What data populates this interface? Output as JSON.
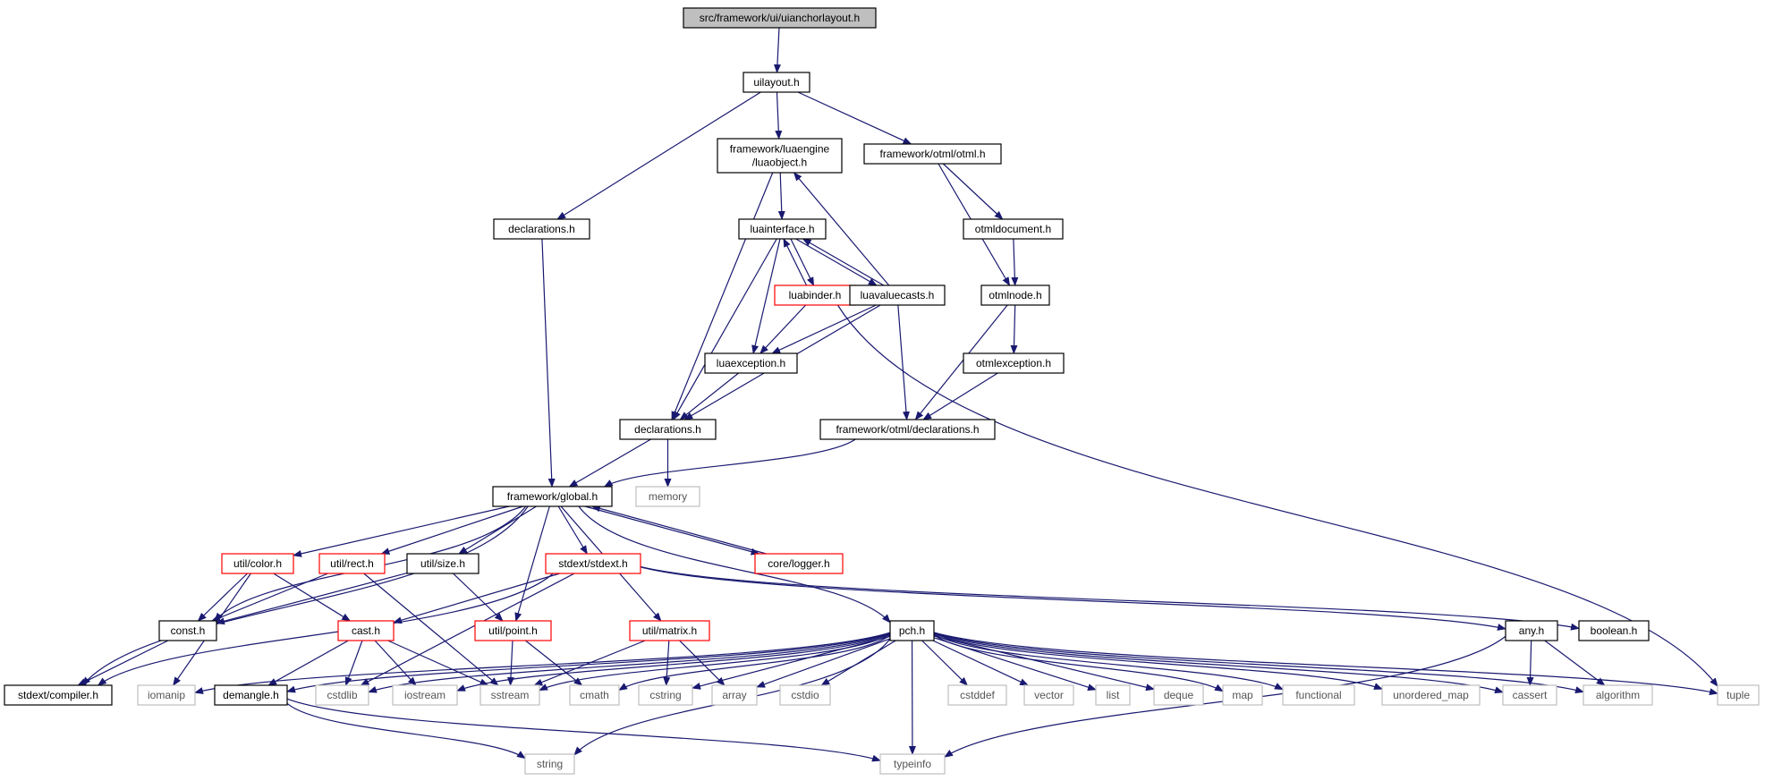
{
  "graph": {
    "colors": {
      "edge": "#191970",
      "root_fill": "#bfbfbf",
      "root_border": "#000000",
      "node_border": "#000000",
      "truncated_border": "#ff0000",
      "external_border": "#bfbfbf",
      "external_text": "#555555",
      "text": "#000000"
    },
    "nodes": [
      {
        "id": "root",
        "label": "src/framework/ui/uianchorlayout.h",
        "kind": "root"
      },
      {
        "id": "uilayout",
        "label": "uilayout.h",
        "kind": "normal"
      },
      {
        "id": "luaobject",
        "label": "framework/luaengine\n/luaobject.h",
        "kind": "normal"
      },
      {
        "id": "otml",
        "label": "framework/otml/otml.h",
        "kind": "normal"
      },
      {
        "id": "decl_ui",
        "label": "declarations.h",
        "kind": "normal"
      },
      {
        "id": "luainterface",
        "label": "luainterface.h",
        "kind": "normal"
      },
      {
        "id": "otmldocument",
        "label": "otmldocument.h",
        "kind": "normal"
      },
      {
        "id": "luabinder",
        "label": "luabinder.h",
        "kind": "truncated"
      },
      {
        "id": "luavaluecasts",
        "label": "luavaluecasts.h",
        "kind": "normal"
      },
      {
        "id": "otmlnode",
        "label": "otmlnode.h",
        "kind": "normal"
      },
      {
        "id": "luaexception",
        "label": "luaexception.h",
        "kind": "normal"
      },
      {
        "id": "otmlexception",
        "label": "otmlexception.h",
        "kind": "normal"
      },
      {
        "id": "decl_lua",
        "label": "declarations.h",
        "kind": "normal"
      },
      {
        "id": "otml_decl",
        "label": "framework/otml/declarations.h",
        "kind": "normal"
      },
      {
        "id": "global",
        "label": "framework/global.h",
        "kind": "normal"
      },
      {
        "id": "memory",
        "label": "memory",
        "kind": "external"
      },
      {
        "id": "color",
        "label": "util/color.h",
        "kind": "truncated"
      },
      {
        "id": "rect",
        "label": "util/rect.h",
        "kind": "truncated"
      },
      {
        "id": "size",
        "label": "util/size.h",
        "kind": "normal"
      },
      {
        "id": "stdext",
        "label": "stdext/stdext.h",
        "kind": "truncated"
      },
      {
        "id": "logger",
        "label": "core/logger.h",
        "kind": "truncated"
      },
      {
        "id": "const",
        "label": "const.h",
        "kind": "normal"
      },
      {
        "id": "cast",
        "label": "cast.h",
        "kind": "truncated"
      },
      {
        "id": "point",
        "label": "util/point.h",
        "kind": "truncated"
      },
      {
        "id": "matrix",
        "label": "util/matrix.h",
        "kind": "truncated"
      },
      {
        "id": "pch",
        "label": "pch.h",
        "kind": "normal"
      },
      {
        "id": "any",
        "label": "any.h",
        "kind": "normal"
      },
      {
        "id": "boolean",
        "label": "boolean.h",
        "kind": "normal"
      },
      {
        "id": "compiler",
        "label": "stdext/compiler.h",
        "kind": "normal"
      },
      {
        "id": "iomanip",
        "label": "iomanip",
        "kind": "external"
      },
      {
        "id": "demangle",
        "label": "demangle.h",
        "kind": "normal"
      },
      {
        "id": "cstdlib",
        "label": "cstdlib",
        "kind": "external"
      },
      {
        "id": "iostream",
        "label": "iostream",
        "kind": "external"
      },
      {
        "id": "sstream",
        "label": "sstream",
        "kind": "external"
      },
      {
        "id": "cmath",
        "label": "cmath",
        "kind": "external"
      },
      {
        "id": "cstring",
        "label": "cstring",
        "kind": "external"
      },
      {
        "id": "array",
        "label": "array",
        "kind": "external"
      },
      {
        "id": "cstdio",
        "label": "cstdio",
        "kind": "external"
      },
      {
        "id": "cstddef",
        "label": "cstddef",
        "kind": "external"
      },
      {
        "id": "vector",
        "label": "vector",
        "kind": "external"
      },
      {
        "id": "list",
        "label": "list",
        "kind": "external"
      },
      {
        "id": "deque",
        "label": "deque",
        "kind": "external"
      },
      {
        "id": "map",
        "label": "map",
        "kind": "external"
      },
      {
        "id": "functional",
        "label": "functional",
        "kind": "external"
      },
      {
        "id": "unordered_map",
        "label": "unordered_map",
        "kind": "external"
      },
      {
        "id": "cassert",
        "label": "cassert",
        "kind": "external"
      },
      {
        "id": "algorithm",
        "label": "algorithm",
        "kind": "external"
      },
      {
        "id": "tuple",
        "label": "tuple",
        "kind": "external"
      },
      {
        "id": "string",
        "label": "string",
        "kind": "external"
      },
      {
        "id": "typeinfo",
        "label": "typeinfo",
        "kind": "external"
      }
    ],
    "edges": [
      [
        "root",
        "uilayout"
      ],
      [
        "uilayout",
        "decl_ui"
      ],
      [
        "uilayout",
        "luaobject"
      ],
      [
        "uilayout",
        "otml"
      ],
      [
        "luaobject",
        "luainterface"
      ],
      [
        "luaobject",
        "decl_lua"
      ],
      [
        "otml",
        "otmldocument"
      ],
      [
        "otml",
        "otmlnode"
      ],
      [
        "otmldocument",
        "otmlnode"
      ],
      [
        "luainterface",
        "luabinder"
      ],
      [
        "luainterface",
        "luavaluecasts"
      ],
      [
        "luainterface",
        "luaexception"
      ],
      [
        "luainterface",
        "decl_lua"
      ],
      [
        "luabinder",
        "luainterface"
      ],
      [
        "luabinder",
        "luaexception"
      ],
      [
        "luabinder",
        "tuple"
      ],
      [
        "luavaluecasts",
        "luainterface"
      ],
      [
        "luavaluecasts",
        "luaobject"
      ],
      [
        "luavaluecasts",
        "luaexception"
      ],
      [
        "luavaluecasts",
        "decl_lua"
      ],
      [
        "luavaluecasts",
        "otml_decl"
      ],
      [
        "otmlnode",
        "otmlexception"
      ],
      [
        "otmlnode",
        "otml_decl"
      ],
      [
        "otmlexception",
        "otml_decl"
      ],
      [
        "luaexception",
        "decl_lua"
      ],
      [
        "decl_ui",
        "global"
      ],
      [
        "decl_lua",
        "global"
      ],
      [
        "decl_lua",
        "memory"
      ],
      [
        "otml_decl",
        "global"
      ],
      [
        "global",
        "compiler"
      ],
      [
        "global",
        "const"
      ],
      [
        "global",
        "color"
      ],
      [
        "global",
        "rect"
      ],
      [
        "global",
        "size"
      ],
      [
        "global",
        "point"
      ],
      [
        "global",
        "stdext"
      ],
      [
        "global",
        "matrix"
      ],
      [
        "global",
        "logger"
      ],
      [
        "global",
        "pch"
      ],
      [
        "logger",
        "global"
      ],
      [
        "color",
        "const"
      ],
      [
        "color",
        "cast"
      ],
      [
        "color",
        "iomanip"
      ],
      [
        "rect",
        "const"
      ],
      [
        "rect",
        "sstream"
      ],
      [
        "size",
        "const"
      ],
      [
        "size",
        "point"
      ],
      [
        "stdext",
        "cast"
      ],
      [
        "stdext",
        "compiler"
      ],
      [
        "stdext",
        "cstdlib"
      ],
      [
        "stdext",
        "any"
      ],
      [
        "stdext",
        "boolean"
      ],
      [
        "const",
        "compiler"
      ],
      [
        "cast",
        "demangle"
      ],
      [
        "cast",
        "cstdlib"
      ],
      [
        "cast",
        "iostream"
      ],
      [
        "cast",
        "sstream"
      ],
      [
        "point",
        "sstream"
      ],
      [
        "point",
        "cmath"
      ],
      [
        "matrix",
        "sstream"
      ],
      [
        "matrix",
        "cstring"
      ],
      [
        "matrix",
        "array"
      ],
      [
        "pch",
        "iomanip"
      ],
      [
        "pch",
        "demangle"
      ],
      [
        "pch",
        "cstdlib"
      ],
      [
        "pch",
        "iostream"
      ],
      [
        "pch",
        "sstream"
      ],
      [
        "pch",
        "cmath"
      ],
      [
        "pch",
        "cstring"
      ],
      [
        "pch",
        "array"
      ],
      [
        "pch",
        "cstdio"
      ],
      [
        "pch",
        "cstddef"
      ],
      [
        "pch",
        "vector"
      ],
      [
        "pch",
        "list"
      ],
      [
        "pch",
        "deque"
      ],
      [
        "pch",
        "map"
      ],
      [
        "pch",
        "functional"
      ],
      [
        "pch",
        "unordered_map"
      ],
      [
        "pch",
        "cassert"
      ],
      [
        "pch",
        "algorithm"
      ],
      [
        "pch",
        "tuple"
      ],
      [
        "pch",
        "string"
      ],
      [
        "pch",
        "typeinfo"
      ],
      [
        "any",
        "cassert"
      ],
      [
        "any",
        "algorithm"
      ],
      [
        "any",
        "typeinfo"
      ],
      [
        "demangle",
        "string"
      ],
      [
        "demangle",
        "typeinfo"
      ]
    ]
  }
}
